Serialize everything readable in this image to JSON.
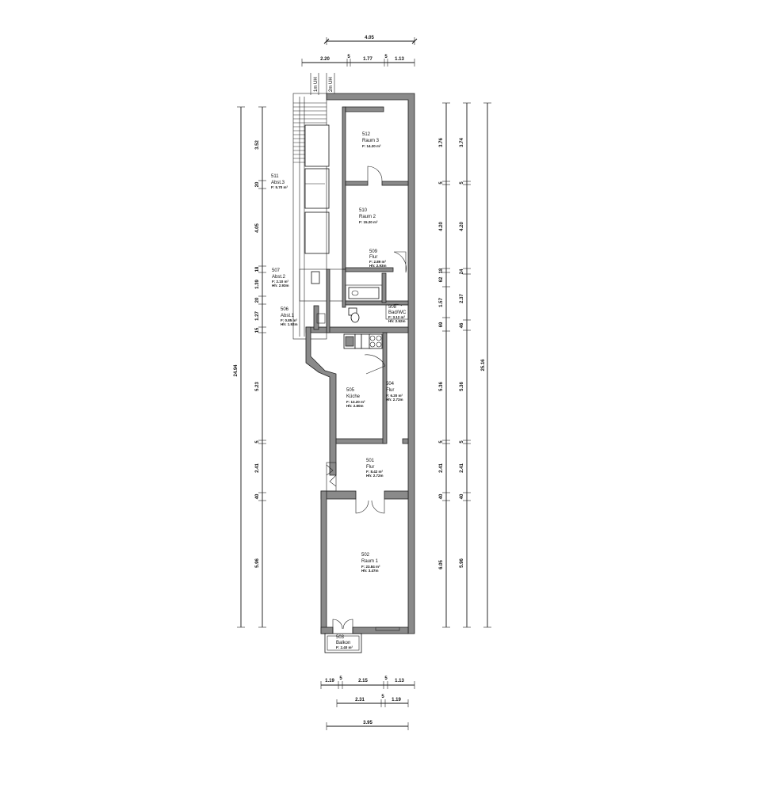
{
  "top_dims": {
    "overall": "4.05",
    "segments": [
      "2.20",
      "5",
      "1.77",
      "5",
      "1.13"
    ]
  },
  "bottom_dims": {
    "row1": [
      "1.19",
      "5",
      "2.15",
      "5",
      "1.13"
    ],
    "row2": [
      "2.31",
      "5",
      "1.19"
    ],
    "row3": "3.95"
  },
  "stair_labels": [
    "1m UH",
    "2m UH"
  ],
  "left_dims": {
    "outer": "24.94",
    "segments": [
      "3.52",
      "20",
      "4.05",
      "18",
      "1.39",
      "20",
      "1.27",
      "15",
      "5.23",
      "5",
      "2.41",
      "40",
      "5.96"
    ]
  },
  "right_dims": {
    "inner": [
      "3.76",
      "5",
      "4.20",
      "18",
      "62",
      "1.57",
      "69",
      "5.36",
      "5",
      "2.41",
      "40",
      "6.05"
    ],
    "middle": [
      "3.74",
      "5",
      "4.20",
      "24",
      "2.37",
      "46",
      "5.36",
      "5",
      "2.41",
      "40",
      "5.96"
    ],
    "outer": "25.16"
  },
  "rooms": [
    {
      "id": "512",
      "name": "Raum 3",
      "area": "F: 14.20 m²"
    },
    {
      "id": "511",
      "name": "Abst.3",
      "area": "F: 5.70 m²"
    },
    {
      "id": "510",
      "name": "Raum 2",
      "area": "F: 15.20 m²"
    },
    {
      "id": "509",
      "name": "Flur",
      "area": "F: 2.89 m²",
      "extra": "Hh: 2.93m"
    },
    {
      "id": "507",
      "name": "Abst.2",
      "area": "F: 2.10 m²",
      "extra": "Hh: 2.93m"
    },
    {
      "id": "508",
      "name": "Bad/WC",
      "area": "F: 3.12 m²",
      "extra": "Hh: 2.52m"
    },
    {
      "id": "506",
      "name": "Abst.1",
      "area": "F: 0.85 m²",
      "extra": "Hh: 1.92m"
    },
    {
      "id": "505",
      "name": "Küche",
      "area": "F: 13.20 m²",
      "extra": "Hh: 2.80m"
    },
    {
      "id": "504",
      "name": "Flur",
      "area": "F: 6.20 m²",
      "extra": "Hh: 2.72m"
    },
    {
      "id": "501",
      "name": "Flur",
      "area": "F: 8.42 m²",
      "extra": "Hh: 2.72m"
    },
    {
      "id": "502",
      "name": "Raum 1",
      "area": "F: 23.84 m²",
      "extra": "Hh: 3.47m"
    },
    {
      "id": "503",
      "name": "Balkon",
      "area": "F: 2.40 m²"
    }
  ]
}
